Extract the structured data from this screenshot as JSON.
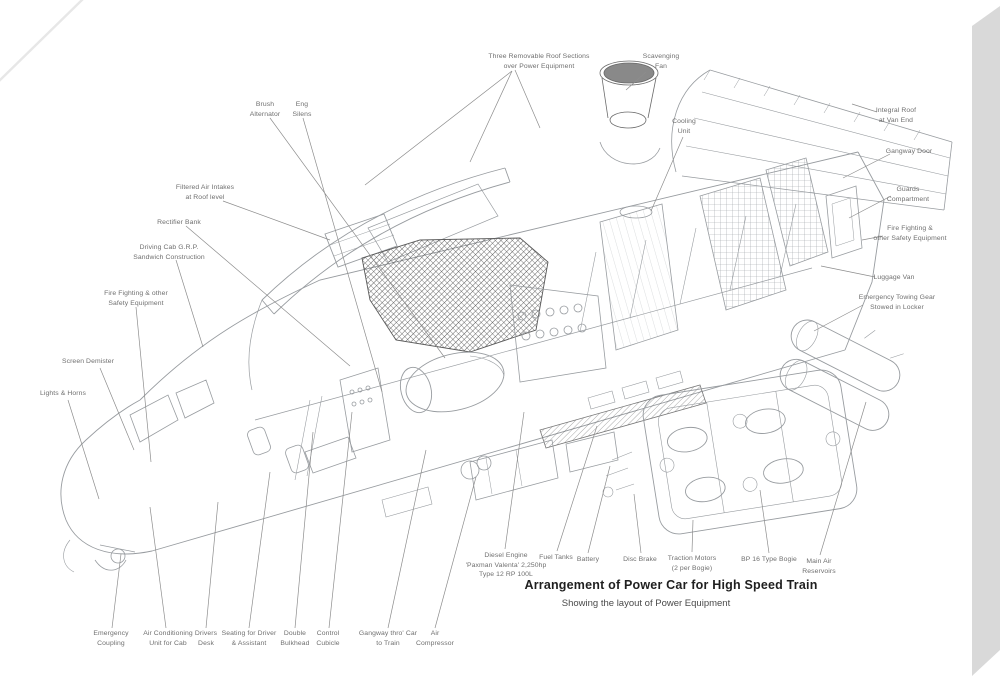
{
  "artwork": {
    "kind": "cutaway technical illustration of a High Speed Train power car",
    "caption": {
      "title": "Arrangement of Power Car for High Speed Train",
      "subtitle": "Showing the layout of Power Equipment"
    },
    "colors": {
      "background": "#ffffff",
      "canvas_edge": "#d9d9d9",
      "line_art": "#989ca0",
      "leader_line": "#8d8d8d",
      "label_text": "#6f6f6f",
      "title_text": "#1f1f1f"
    }
  },
  "labels": {
    "roof_sections": "Three Removable Roof Sections\nover Power Equipment",
    "scavenging_fan": "Scavenging\nFan",
    "cooling_unit": "Cooling\nUnit",
    "brush_alternator": "Brush\nAlternator",
    "eng_silens": "Eng\nSilens",
    "filtered_air": "Filtered Air Intakes\nat Roof level",
    "rectifier_bank": "Rectifier Bank",
    "driving_cab": "Driving Cab G.R.P.\nSandwich Construction",
    "fire_fighting_left": "Fire Fighting & other\nSafety Equipment",
    "screen_demister": "Screen Demister",
    "lights_horns": "Lights & Horns",
    "integral_roof": "Integral Roof\nat Van End",
    "gangway_door": "Gangway Door",
    "guards_compartment": "Guards\nCompartment",
    "fire_fighting_right": "Fire Fighting &\nother Safety Equipment",
    "luggage_van": "Luggage Van",
    "emergency_towing": "Emergency Towing Gear\nStowed in Locker",
    "emergency_coupling": "Emergency\nCoupling",
    "air_conditioning": "Air Conditioning\nUnit for Cab",
    "drivers_desk": "Drivers\nDesk",
    "seating": "Seating for Driver\n& Assistant",
    "double_bulkhead": "Double\nBulkhead",
    "control_cubicle": "Control\nCubicle",
    "gangway_thro": "Gangway thro' Car\nto Train",
    "air_compressor": "Air\nCompressor",
    "diesel_engine": "Diesel Engine\n'Paxman Valenta' 2,250hp\nType 12 RP 100L",
    "fuel_tanks": "Fuel Tanks",
    "battery": "Battery",
    "disc_brake": "Disc Brake",
    "traction_motors": "Traction Motors\n(2 per Bogie)",
    "bp16_bogie": "BP 16 Type Bogie",
    "main_air_reservoirs": "Main Air\nReservoirs"
  }
}
